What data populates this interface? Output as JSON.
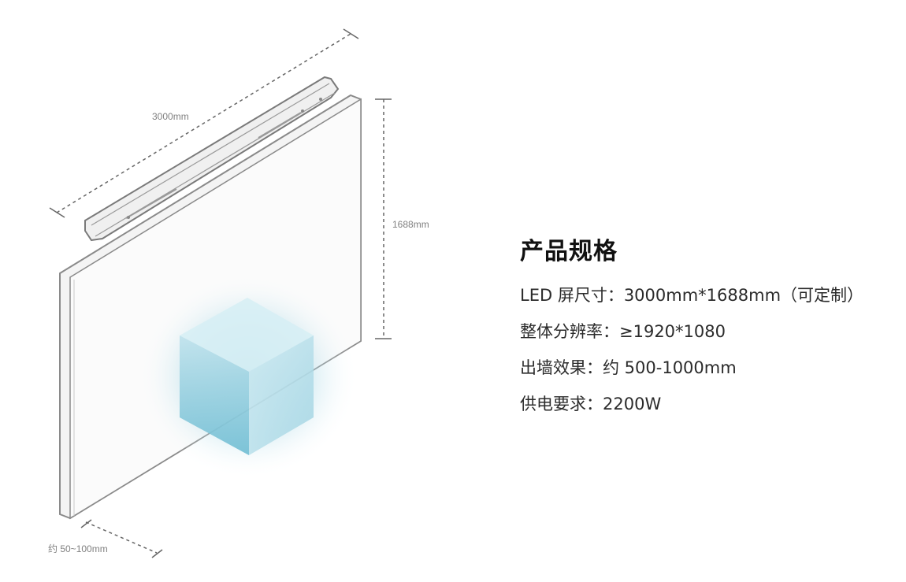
{
  "diagram": {
    "dimensions": {
      "width": "3000mm",
      "height": "1688mm",
      "depth": "约 50~100mm"
    },
    "colors": {
      "frame": "#8a8a8a",
      "dash": "#666666",
      "glow": "#7fc4d8"
    }
  },
  "specs": {
    "title": "产品规格",
    "items": [
      "LED 屏尺寸：3000mm*1688mm（可定制）",
      "整体分辨率：≥1920*1080",
      "出墙效果：约 500-1000mm",
      "供电要求：2200W"
    ]
  }
}
